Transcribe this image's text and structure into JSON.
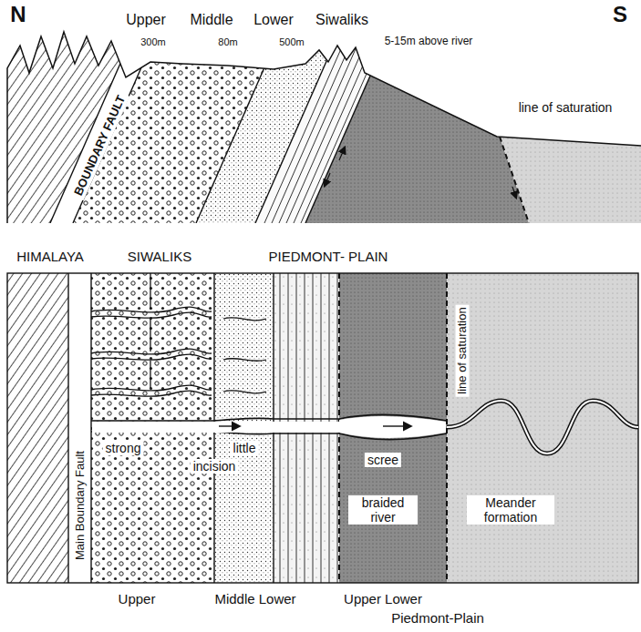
{
  "diagram": {
    "labels": [
      "N",
      "Upper",
      "Middle",
      "Lower",
      "Siwaliks",
      "S",
      "300m",
      "80m",
      "500m",
      "5-15m above river",
      "BOUNDARY FAULT",
      "line of saturation",
      "HIMALAYA",
      "SIWALIKS",
      "PIEDMONT- PLAIN",
      "Main Boundary Fault",
      "strong",
      "little",
      "incision",
      "scree",
      "braided river",
      "Meander formation",
      "line of saturation",
      "Upper",
      "Middle Lower",
      "Upper Lower",
      "Piedmont-Plain"
    ]
  }
}
